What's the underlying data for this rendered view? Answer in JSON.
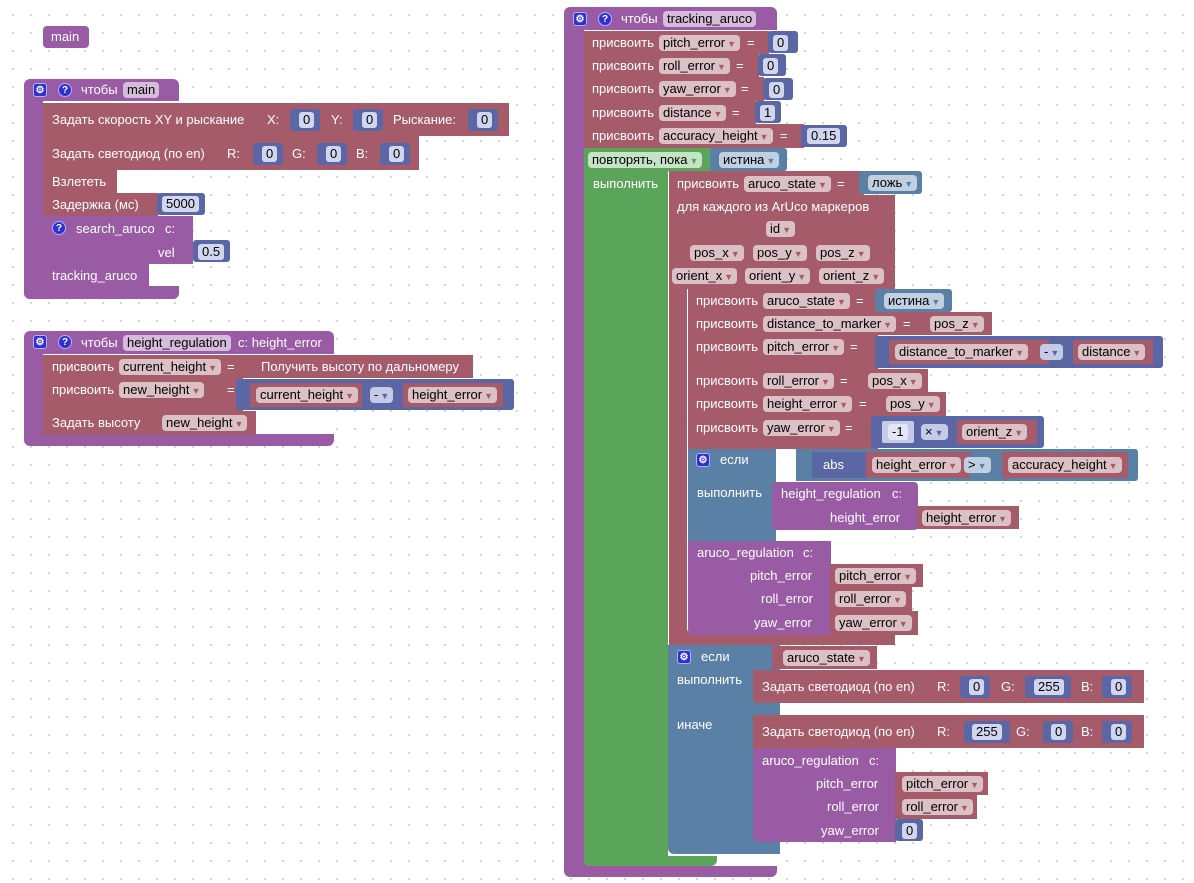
{
  "colors": {
    "procedure": "#9a5ba5",
    "action": "#a55b6a",
    "loop": "#5ba55b",
    "logic": "#5b80a5",
    "math": "#5b67a5",
    "icon_blue": "#3030d0"
  },
  "icons": {
    "gear": "gear-icon",
    "help": "help-icon"
  },
  "call_main": {
    "label": "main"
  },
  "main_func": {
    "keyword": "чтобы",
    "name": "main",
    "set_speed": {
      "label": "Задать скорость XY и рыскание",
      "x_label": "X:",
      "x": "0",
      "y_label": "Y:",
      "y": "0",
      "yaw_label": "Рыскание:",
      "yaw": "0"
    },
    "set_led": {
      "label": "Задать светодиод (по en)",
      "r_label": "R:",
      "r": "0",
      "g_label": "G:",
      "g": "0",
      "b_label": "B:",
      "b": "0"
    },
    "takeoff": {
      "label": "Взлететь"
    },
    "delay": {
      "label": "Задержка (мс)",
      "value": "5000"
    },
    "search_call": {
      "name": "search_aruco",
      "with": "с:",
      "param": "vel",
      "value": "0.5"
    },
    "tracking_call": {
      "name": "tracking_aruco"
    }
  },
  "height_func": {
    "keyword": "чтобы",
    "name": "height_regulation",
    "params": "с: height_error",
    "assign1": {
      "label": "присвоить",
      "var": "current_height",
      "eq": "=",
      "value": "Получить высоту по дальномеру"
    },
    "assign2": {
      "label": "присвоить",
      "var": "new_height",
      "eq": "=",
      "a": "current_height",
      "op": "-",
      "b": "height_error"
    },
    "set_height": {
      "label": "Задать высоту",
      "var": "new_height"
    }
  },
  "tracking_func": {
    "keyword": "чтобы",
    "name": "tracking_aruco",
    "assign_label": "присвоить",
    "eq": "=",
    "init": [
      {
        "var": "pitch_error",
        "value": "0"
      },
      {
        "var": "roll_error",
        "value": "0"
      },
      {
        "var": "yaw_error",
        "value": "0"
      },
      {
        "var": "distance",
        "value": "1"
      },
      {
        "var": "accuracy_height",
        "value": "0.15"
      }
    ],
    "loop": {
      "mode": "повторять, пока",
      "cond": "истина",
      "do": "выполнить"
    },
    "assign_state": {
      "var": "aruco_state",
      "value": "ложь"
    },
    "foreach": {
      "label": "для каждого из ArUco маркеров",
      "vars": [
        "id",
        "pos_x",
        "pos_y",
        "pos_z",
        "orient_x",
        "orient_y",
        "orient_z"
      ]
    },
    "inner": {
      "state": {
        "var": "aruco_state",
        "value": "истина"
      },
      "dist": {
        "var": "distance_to_marker",
        "value": "pos_z"
      },
      "pitch": {
        "var": "pitch_error",
        "a": "distance_to_marker",
        "op": "-",
        "b": "distance"
      },
      "roll": {
        "var": "roll_error",
        "value": "pos_x"
      },
      "height": {
        "var": "height_error",
        "value": "pos_y"
      },
      "yaw": {
        "var": "yaw_error",
        "a": "-1",
        "op": "×",
        "b": "orient_z"
      }
    },
    "if1": {
      "if": "если",
      "do": "выполнить",
      "abs": "abs",
      "a": "height_error",
      "op": ">",
      "b": "accuracy_height",
      "call": {
        "name": "height_regulation",
        "with": "с:",
        "param": "height_error",
        "value": "height_error"
      }
    },
    "aruco_call1": {
      "name": "aruco_regulation",
      "with": "с:",
      "p1": "pitch_error",
      "v1": "pitch_error",
      "p2": "roll_error",
      "v2": "roll_error",
      "p3": "yaw_error",
      "v3": "yaw_error"
    },
    "if2": {
      "if": "если",
      "do": "выполнить",
      "else": "иначе",
      "cond": "aruco_state",
      "led1": {
        "label": "Задать светодиод (по en)",
        "r_label": "R:",
        "r": "0",
        "g_label": "G:",
        "g": "255",
        "b_label": "B:",
        "b": "0"
      },
      "led2": {
        "label": "Задать светодиод (по en)",
        "r_label": "R:",
        "r": "255",
        "g_label": "G:",
        "g": "0",
        "b_label": "B:",
        "b": "0"
      },
      "call": {
        "name": "aruco_regulation",
        "with": "с:",
        "p1": "pitch_error",
        "v1": "pitch_error",
        "p2": "roll_error",
        "v2": "roll_error",
        "p3": "yaw_error",
        "v3": "0"
      }
    }
  }
}
